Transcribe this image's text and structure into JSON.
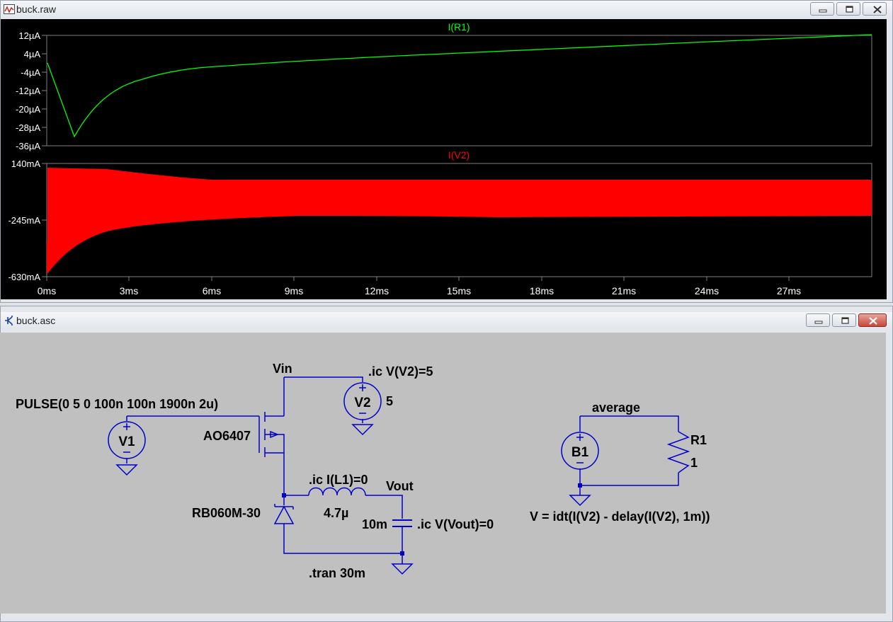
{
  "waveform_window": {
    "title": "buck.raw",
    "pane1": {
      "trace_label": "I(R1)",
      "trace_color": "#00ff00",
      "y_ticks": [
        "12µA",
        "4µA",
        "-4µA",
        "-12µA",
        "-20µA",
        "-28µA",
        "-36µA"
      ]
    },
    "pane2": {
      "trace_label": "I(V2)",
      "trace_color": "#ff0000",
      "y_ticks": [
        "140mA",
        "-245mA",
        "-630mA"
      ]
    },
    "x_ticks": [
      "0ms",
      "3ms",
      "6ms",
      "9ms",
      "12ms",
      "15ms",
      "18ms",
      "21ms",
      "24ms",
      "27ms"
    ],
    "grid_color": "#808080",
    "axis_text_color": "#ffffff"
  },
  "schematic_window": {
    "title": "buck.asc",
    "background": "#c0c0c0",
    "wire_color": "#0000cc",
    "labels": {
      "vin": "Vin",
      "ic_v2": ".ic V(V2)=5",
      "pulse": "PULSE(0 5 0 100n 100n 1900n 2u)",
      "v1": "V1",
      "v2": "V2",
      "v2_value": "5",
      "mosfet": "AO6407",
      "ic_l1": ".ic I(L1)=0",
      "vout": "Vout",
      "inductor_value": "4.7µ",
      "diode": "RB060M-30",
      "cap_value": "10m",
      "ic_vout": ".ic V(Vout)=0",
      "tran": ".tran 30m",
      "average": "average",
      "b1": "B1",
      "r1": "R1",
      "r1_value": "1",
      "b1_expr": "V = idt(I(V2) - delay(I(V2), 1m))"
    }
  }
}
